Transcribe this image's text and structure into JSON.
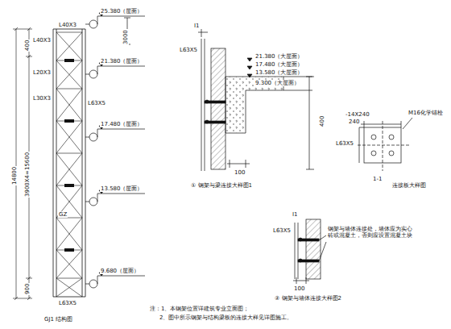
{
  "diagram": {
    "labels": [
      "25.380（屋面）",
      "3000",
      "L40X3",
      "L40X3",
      "L20X3",
      "L30X3",
      "21.380（屋面）",
      "L63X5",
      "17.480（屋面）",
      "13.580（屋面）",
      "GZ",
      "9.680（屋面）",
      "L63X5",
      "14800",
      "3900X4=15600",
      "400",
      "900",
      "GJ1 结构图",
      "注：1、本钢架位置详建筑专业立面图；",
      "2、图中所示钢架与结构梁板的连接大样见详图施工。",
      "I1",
      "L63X5",
      "21.380（大屋面）",
      "17.480（大屋面）",
      "13.580（大屋面）",
      "9.300（大屋面）",
      "400",
      "100",
      "① 钢架与梁连接大样图1",
      "-14X240",
      "240",
      "L63X5",
      "M16化学锚栓",
      "1-1",
      "连接板大样图",
      "I1",
      "L63X5",
      "钢架与墙体连接处，墙体应为实心砖或混凝土，否则应设置混凝土块",
      "100",
      "② 钢架与墙体连接大样图2"
    ]
  }
}
